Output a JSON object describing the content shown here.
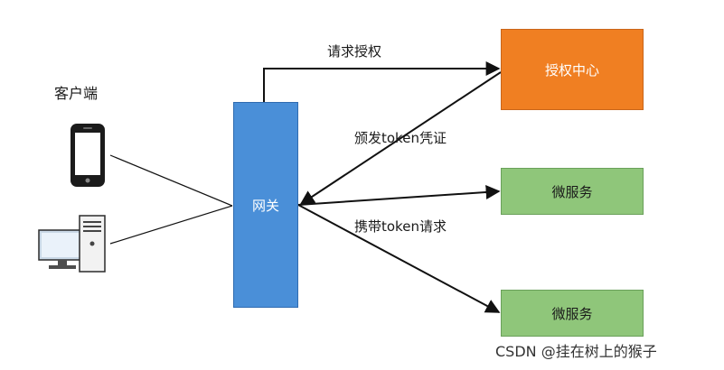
{
  "client": {
    "label": "客户端"
  },
  "gateway": {
    "label": "网关"
  },
  "auth_center": {
    "label": "授权中心"
  },
  "services": [
    {
      "label": "微服务"
    },
    {
      "label": "微服务"
    }
  ],
  "edges": {
    "request_auth": "请求授权",
    "issue_token": "颁发token凭证",
    "carry_token": "携带token请求"
  },
  "watermark": "CSDN @挂在树上的猴子",
  "colors": {
    "gateway": "#4a8fd8",
    "auth_center": "#f07f22",
    "service": "#8fc67a"
  },
  "icons": [
    "phone-icon",
    "desktop-computer-icon"
  ]
}
